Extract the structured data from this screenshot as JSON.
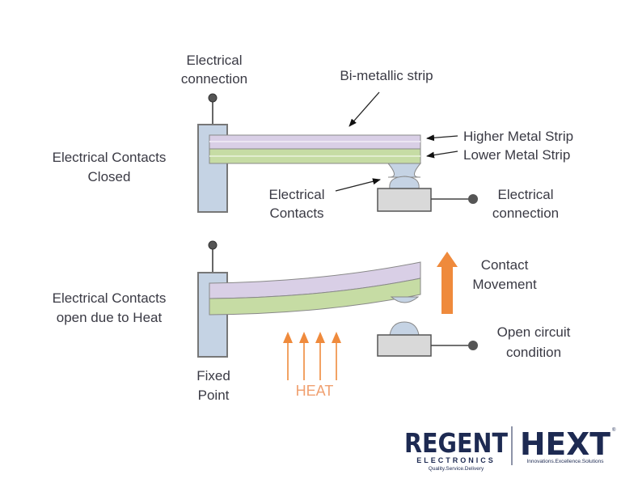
{
  "diagram": {
    "title": "Bimetallic strip thermostat",
    "top": {
      "state_label": [
        "Electrical Contacts",
        "Closed"
      ],
      "electrical_connection_left": [
        "Electrical",
        "connection"
      ],
      "bimetallic_strip": "Bi-metallic strip",
      "higher_metal_strip": "Higher Metal Strip",
      "lower_metal_strip": "Lower Metal Strip",
      "electrical_contacts": [
        "Electrical",
        "Contacts"
      ],
      "electrical_connection_right": [
        "Electrical",
        "connection"
      ]
    },
    "bottom": {
      "state_label": [
        "Electrical Contacts",
        "open due to Heat"
      ],
      "contact_movement": [
        "Contact",
        "Movement"
      ],
      "open_circuit": [
        "Open circuit",
        "condition"
      ],
      "fixed_point": [
        "Fixed",
        "Point"
      ],
      "heat": "HEAT",
      "heat_arrow_count": 4
    },
    "colors": {
      "higher_strip": "#d9cfe6",
      "lower_strip": "#c6dca4",
      "post": "#c5d3e4",
      "contact": "#c5d3e4",
      "base": "#d9d9d9",
      "heat_arrow": "#ef8a3c",
      "text": "#3a3a44"
    }
  },
  "logo": {
    "brand1": "REGENT",
    "brand1_sub": "ELECTRONICS",
    "brand1_tagline": "Quality.Service.Delivery",
    "brand2": "HEXT",
    "brand2_tagline": "Innovations.Excellence.Solutions",
    "brand2_mark": "®"
  }
}
